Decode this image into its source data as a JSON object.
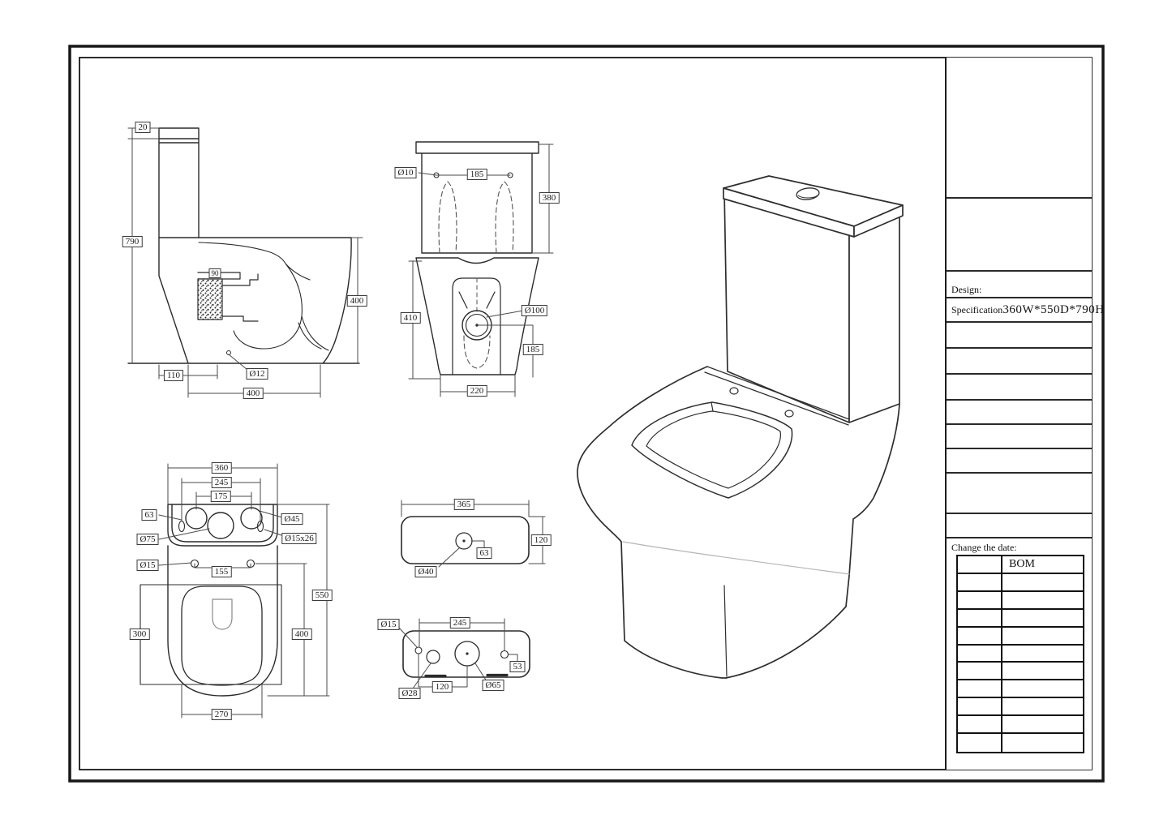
{
  "title_block": {
    "design_label": "Design:",
    "specification_label": "Specification",
    "specification_value": "360W*550D*790H",
    "change_date_label": "Change  the  date:",
    "bom_header": "BOM"
  },
  "dims": {
    "side_lid_thickness": "20",
    "side_total_height": "790",
    "side_trap": "90",
    "side_bowl_height": "400",
    "side_foot_offset": "110",
    "side_hole": "Ø12",
    "side_foot_depth": "400",
    "front_hole": "Ø10",
    "front_hole_spacing": "185",
    "front_tank_height": "380",
    "front_bowl_height": "410",
    "front_outlet": "Ø100",
    "front_outlet_height": "185",
    "front_base_width": "220",
    "top_width": "360",
    "top_slot_spacing": "245",
    "top_hole_spacing": "175",
    "top_edge_offset": "63",
    "top_hole_d45": "Ø45",
    "top_hole_d75": "Ø75",
    "top_slot_size": "Ø15x26",
    "top_seat_hole": "Ø15",
    "top_seat_hole_spacing": "155",
    "top_depth": "550",
    "top_bowl_length": "400",
    "top_foot_length": "300",
    "top_opening_width": "270",
    "lid_width": "365",
    "lid_depth": "120",
    "lid_hole_offset": "63",
    "lid_hole": "Ø40",
    "under_pin_hole": "Ø15",
    "under_pin_spacing": "245",
    "under_side_offset": "53",
    "under_hole_d28": "Ø28",
    "under_hole_spacing": "120",
    "under_hole_d65": "Ø65"
  }
}
